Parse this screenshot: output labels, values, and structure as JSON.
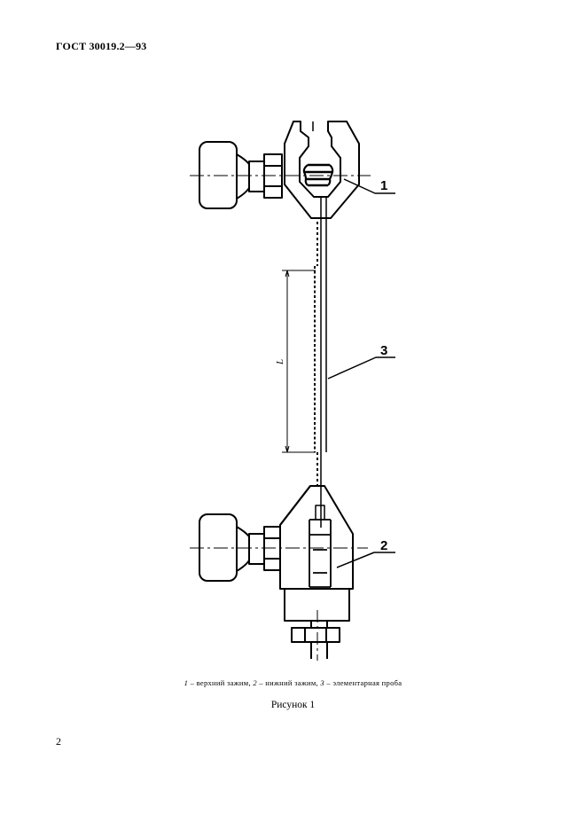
{
  "header": {
    "doc_code": "ГОСТ 30019.2—93"
  },
  "figure": {
    "callouts": [
      "1",
      "3",
      "2"
    ],
    "length_label": "L",
    "legend": [
      {
        "num": "1",
        "text": " – верхний зажим, "
      },
      {
        "num": "2",
        "text": " – нижний зажим, "
      },
      {
        "num": "3",
        "text": " –  элементарная проба"
      }
    ],
    "title": "Рисунок 1"
  },
  "footer": {
    "page_number": "2"
  }
}
